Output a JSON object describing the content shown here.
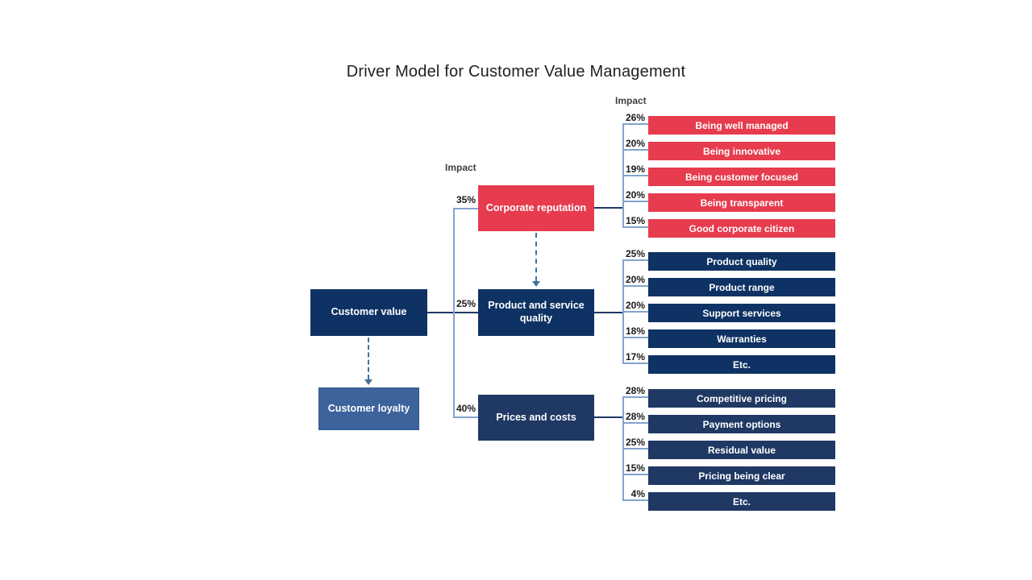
{
  "title": "Driver Model for Customer Value Management",
  "impact": {
    "mid": "Impact",
    "right": "Impact"
  },
  "nodes": {
    "customer_value": {
      "label": "Customer value"
    },
    "customer_loyalty": {
      "label": "Customer loyalty"
    }
  },
  "drivers": [
    {
      "label": "Corporate reputation",
      "impact": "35%",
      "color": "#E73B4E",
      "subs": [
        {
          "label": "Being well managed",
          "impact": "26%"
        },
        {
          "label": "Being innovative",
          "impact": "20%"
        },
        {
          "label": "Being customer focused",
          "impact": "19%"
        },
        {
          "label": "Being transparent",
          "impact": "20%"
        },
        {
          "label": "Good corporate citizen",
          "impact": "15%"
        }
      ]
    },
    {
      "label": "Product and service quality",
      "impact": "25%",
      "color": "#0E3263",
      "subs": [
        {
          "label": "Product quality",
          "impact": "25%"
        },
        {
          "label": "Product range",
          "impact": "20%"
        },
        {
          "label": "Support services",
          "impact": "20%"
        },
        {
          "label": "Warranties",
          "impact": "18%"
        },
        {
          "label": "Etc.",
          "impact": "17%"
        }
      ]
    },
    {
      "label": "Prices and costs",
      "impact": "40%",
      "color": "#1F3864",
      "subs": [
        {
          "label": "Competitive pricing",
          "impact": "28%"
        },
        {
          "label": "Payment options",
          "impact": "28%"
        },
        {
          "label": "Residual value",
          "impact": "25%"
        },
        {
          "label": "Pricing being clear",
          "impact": "15%"
        },
        {
          "label": "Etc.",
          "impact": "4%"
        }
      ]
    }
  ],
  "colors": {
    "red": "#E73B4E",
    "navy": "#0E3263",
    "dark_slate": "#1F3864",
    "loyalty_blue": "#3C639C",
    "bracket_line": "#84A3CC",
    "dashed_arrow": "#41719C",
    "background": "#FFFFFF"
  }
}
